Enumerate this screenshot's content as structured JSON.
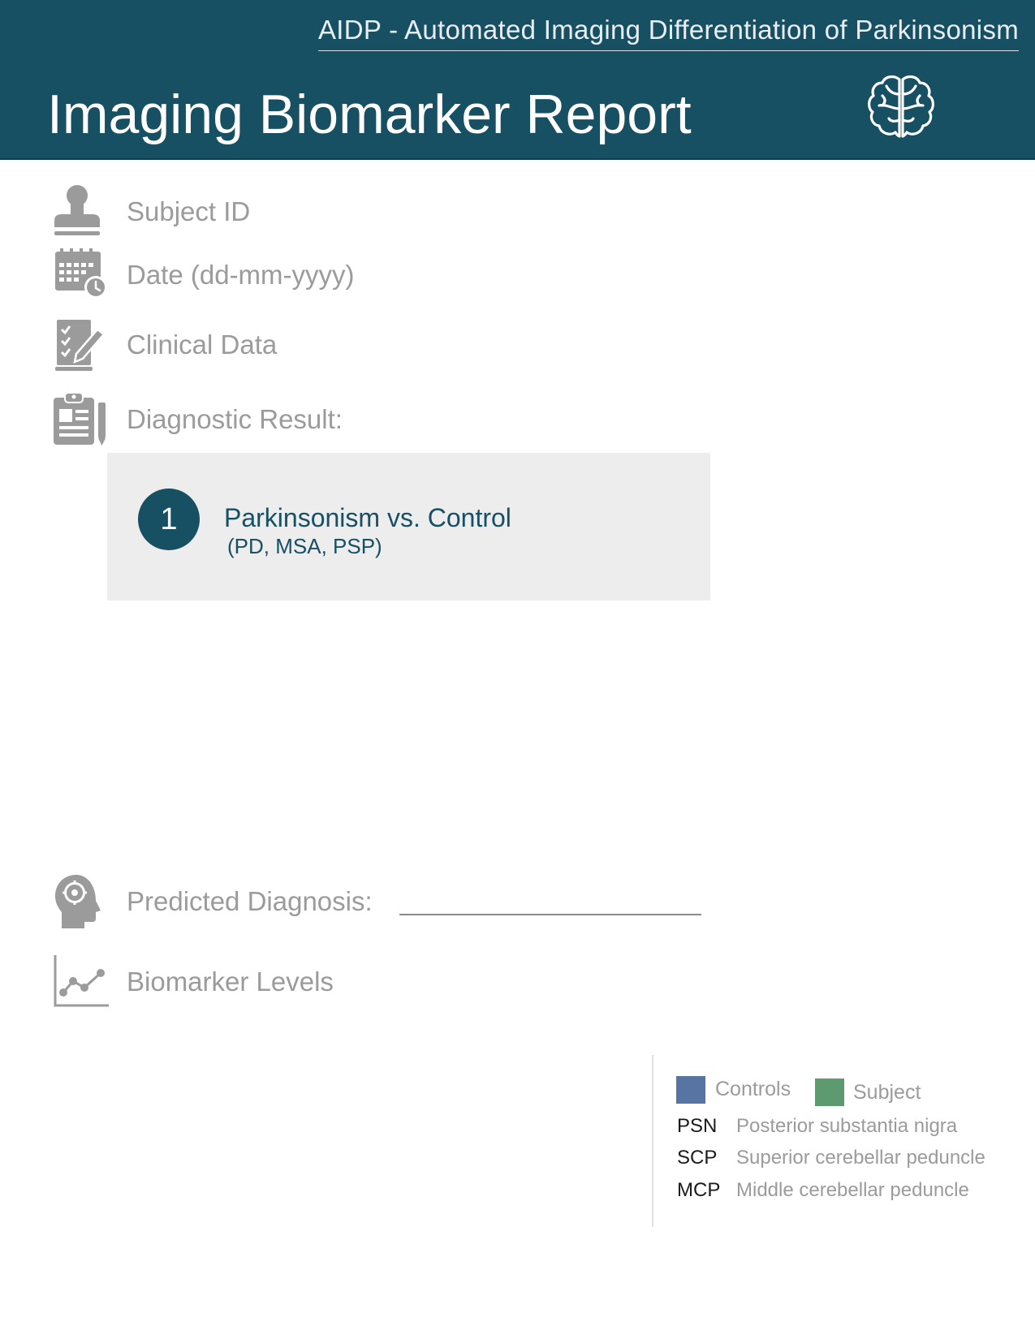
{
  "header": {
    "subtitle": "AIDP -  Automated Imaging Differentiation of Parkinsonism",
    "title": "Imaging Biomarker Report",
    "logo_icon": "brain-icon",
    "background_color": "#174f63"
  },
  "fields": {
    "subject_id": {
      "label": "Subject ID",
      "icon": "user-stamp-icon"
    },
    "date": {
      "label": "Date (dd-mm-yyyy)",
      "icon": "calendar-clock-icon"
    },
    "clinical_data": {
      "label": "Clinical Data",
      "icon": "checklist-pen-icon"
    },
    "diagnostic_result": {
      "label": "Diagnostic Result:",
      "icon": "clipboard-icon"
    }
  },
  "result": {
    "number": "1",
    "title": "Parkinsonism vs. Control",
    "subtitle": "(PD, MSA, PSP)",
    "box_color": "#ededed"
  },
  "predicted": {
    "label": "Predicted Diagnosis:",
    "icon": "head-gear-icon"
  },
  "biomarker": {
    "label": "Biomarker Levels",
    "icon": "line-chart-icon"
  },
  "legend": {
    "controls": {
      "label": "Controls",
      "color": "#5874a2"
    },
    "subject": {
      "label": "Subject",
      "color": "#5e9a6f"
    },
    "abbreviations": [
      {
        "abbr": "PSN",
        "definition": "Posterior substantia nigra"
      },
      {
        "abbr": "SCP",
        "definition": "Superior cerebellar peduncle"
      },
      {
        "abbr": "MCP",
        "definition": "Middle cerebellar peduncle"
      }
    ]
  }
}
